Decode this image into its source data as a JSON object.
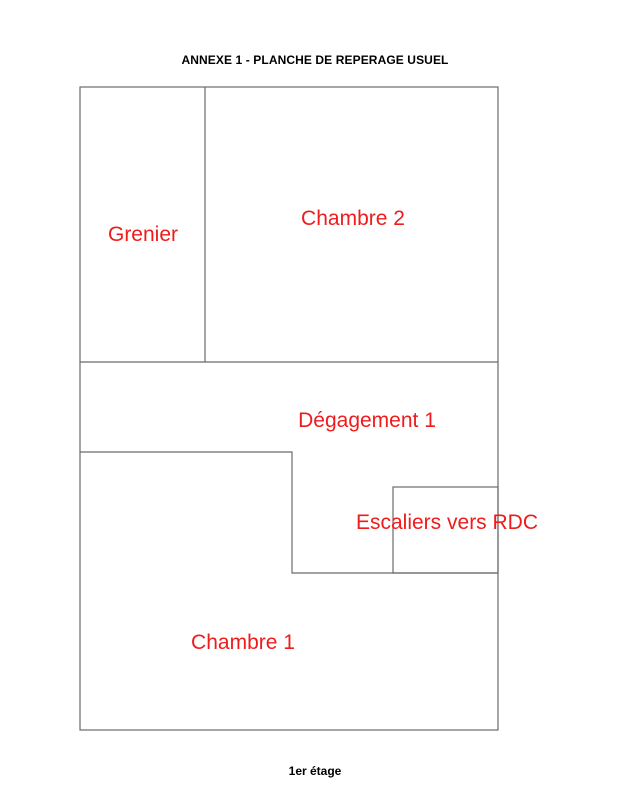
{
  "header": {
    "title": "ANNEXE 1 - PLANCHE DE REPERAGE USUEL"
  },
  "floor_plan": {
    "label_color": "#ee1c1c",
    "wall_color": "#6b6b6b",
    "rooms": {
      "grenier": "Grenier",
      "chambre_2": "Chambre 2",
      "degagement_1": "Dégagement 1",
      "escaliers": "Escaliers vers RDC",
      "chambre_1": "Chambre 1"
    }
  },
  "footer": {
    "floor_label": "1er étage"
  }
}
